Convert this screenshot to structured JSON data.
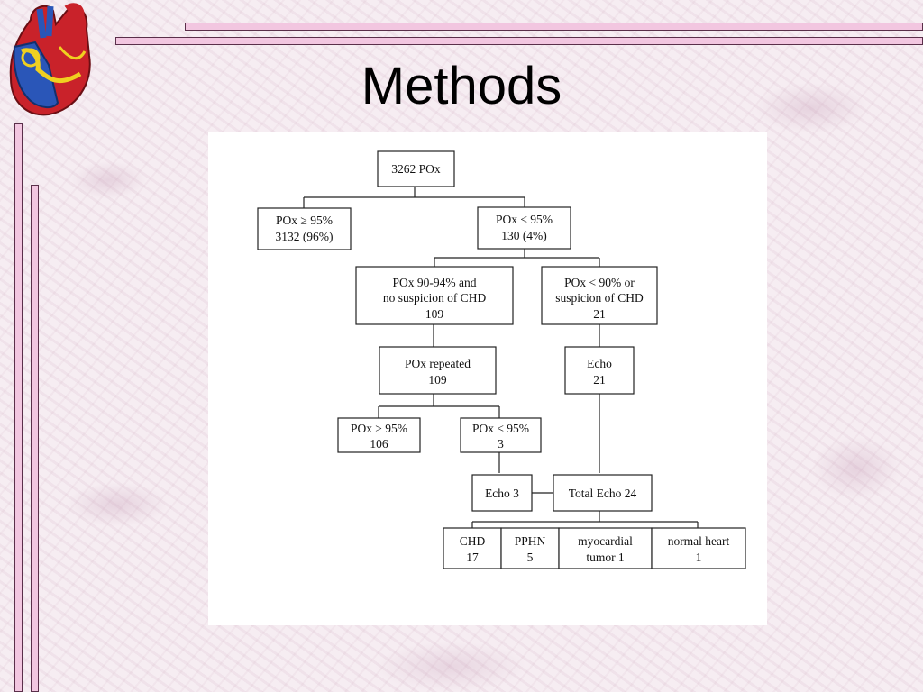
{
  "slide": {
    "title": "Methods",
    "logo_icon": "heart-anatomy-icon"
  },
  "flowchart": {
    "nodes": {
      "root": [
        "3262 POx"
      ],
      "high": [
        "POx ≥ 95%",
        "3132 (96%)"
      ],
      "low": [
        "POx < 95%",
        "130 (4%)"
      ],
      "mid": [
        "POx 90-94% and",
        "no suspicion of CHD",
        "109"
      ],
      "vlow": [
        "POx < 90% or",
        "suspicion of CHD",
        "21"
      ],
      "repeat": [
        "POx repeated",
        "109"
      ],
      "echo21": [
        "Echo",
        "21"
      ],
      "rep_high": [
        "POx ≥ 95%",
        "106"
      ],
      "rep_low": [
        "POx < 95%",
        "3"
      ],
      "echo3": [
        "Echo 3"
      ],
      "total": [
        "Total Echo 24"
      ],
      "chd": [
        "CHD",
        "17"
      ],
      "pphn": [
        "PPHN",
        "5"
      ],
      "myo": [
        "myocardial",
        "tumor 1"
      ],
      "normal": [
        "normal heart",
        "1"
      ]
    }
  }
}
